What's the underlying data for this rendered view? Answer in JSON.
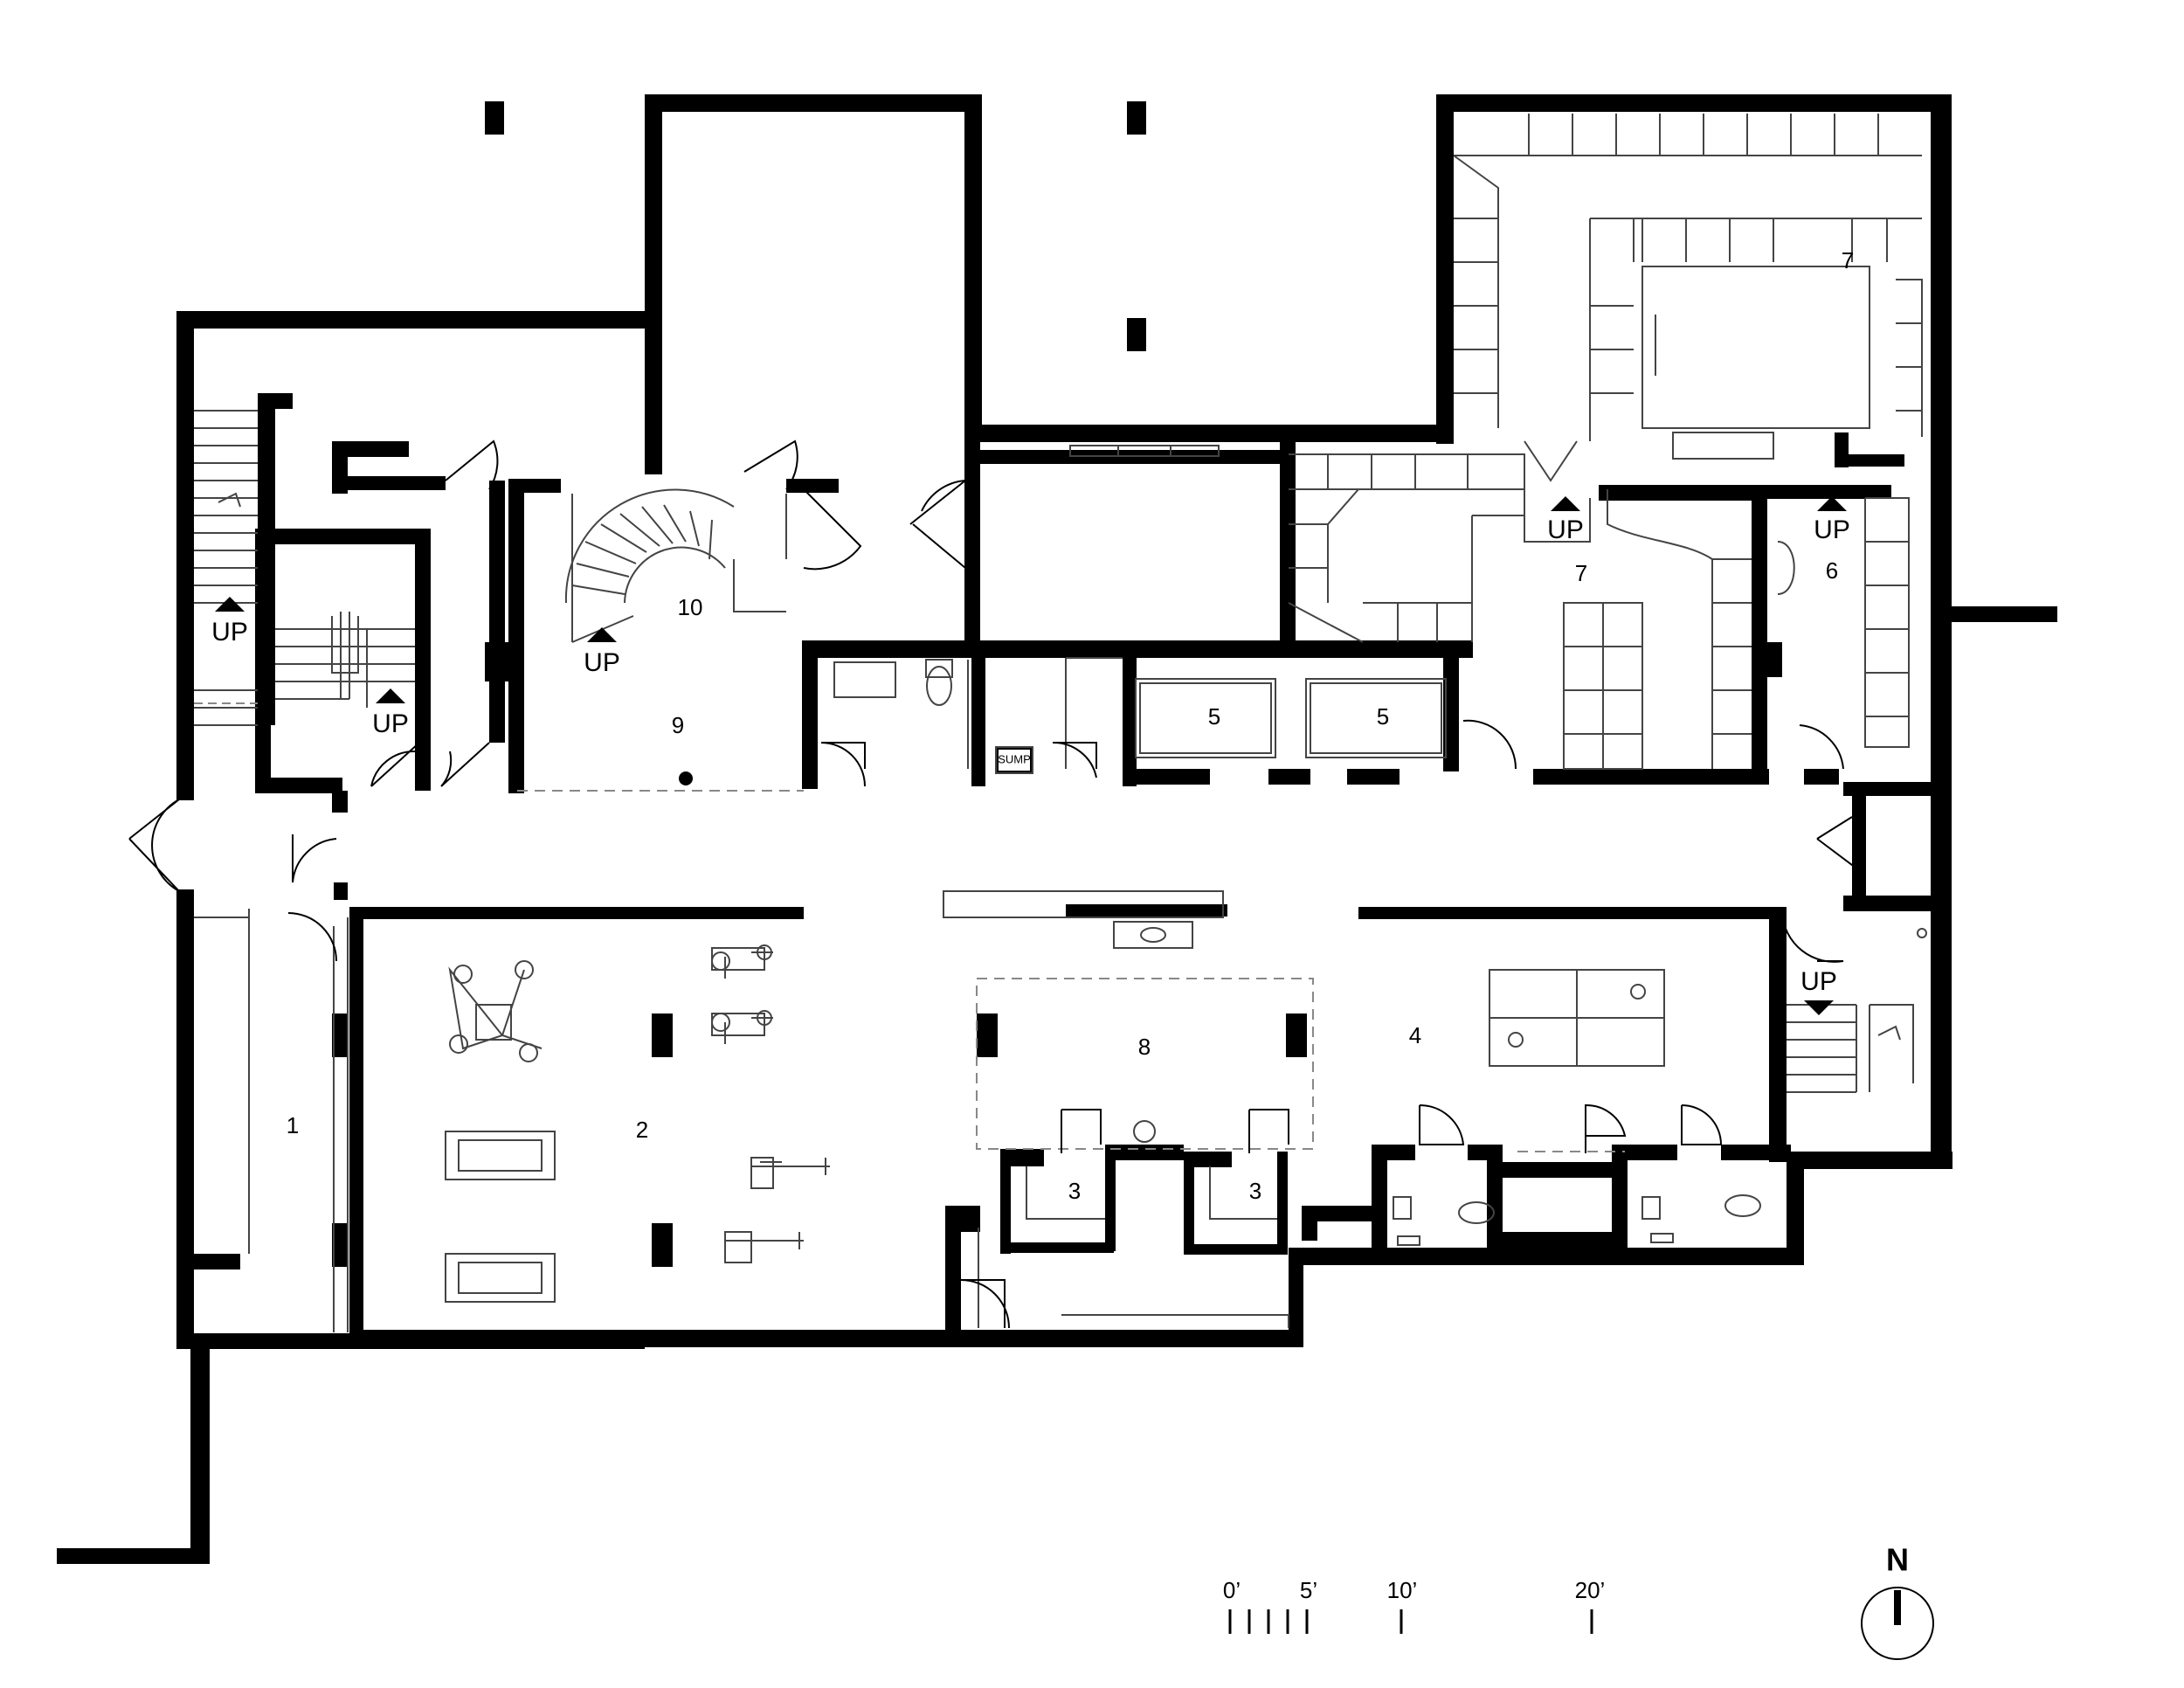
{
  "rooms": {
    "r1": "1",
    "r2": "2",
    "r3a": "3",
    "r3b": "3",
    "r4": "4",
    "r5a": "5",
    "r5b": "5",
    "r6": "6",
    "r7a": "7",
    "r7b": "7",
    "r8": "8",
    "r9": "9",
    "r10": "10"
  },
  "stairs": {
    "up_left": "UP",
    "up_left2": "UP",
    "up_spiral": "UP",
    "up_hall7": "UP",
    "up_room6": "UP",
    "up_east": "UP"
  },
  "equipment": {
    "sump_label": "SUMP"
  },
  "scale_bar": {
    "t0": "0’",
    "t5": "5’",
    "t10": "10’",
    "t20": "20’"
  },
  "north_arrow": {
    "label": "N"
  },
  "colors": {
    "wall": "#000000",
    "background": "#ffffff",
    "fixture_line": "#444444",
    "dashed": "#888888"
  }
}
